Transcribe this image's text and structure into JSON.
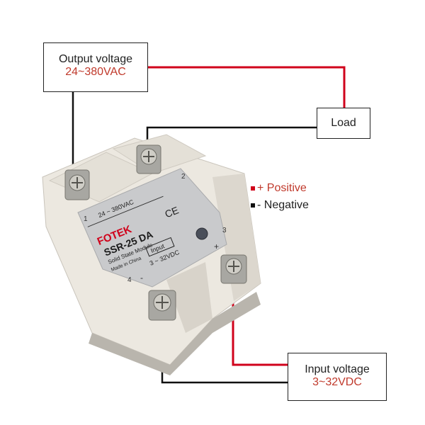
{
  "output_box": {
    "title": "Output voltage",
    "value": "24~380VAC"
  },
  "load_box": {
    "label": "Load"
  },
  "input_box": {
    "title": "Input voltage",
    "value": "3~32VDC"
  },
  "legend": {
    "positive": "+ Positive",
    "negative": "- Negative",
    "positive_color": "#d0021b",
    "negative_color": "#111111"
  },
  "relay": {
    "brand": "FOTEK",
    "model": "SSR-25 DA",
    "subtitle": "Solid State Module",
    "origin": "Made in China",
    "ac_range": "24 ~ 380VAC",
    "input_label": "Input",
    "dc_range": "3 ~ 32VDC",
    "cert": "CE",
    "terminal_1": "1",
    "terminal_2": "2",
    "terminal_3": "3",
    "terminal_4": "4",
    "plus": "+",
    "minus": "-"
  }
}
